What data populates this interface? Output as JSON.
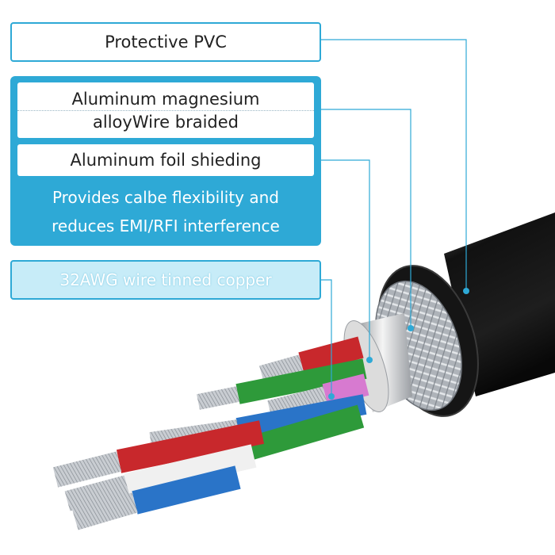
{
  "labels": {
    "pvc": "Protective PVC",
    "alloy_line1": "Aluminum magnesium",
    "alloy_line2": "alloyWire braided",
    "foil": "Aluminum foil shieding",
    "desc_line1": "Provides calbe flexibility and",
    "desc_line2": "reduces EMI/RFI interference",
    "copper": "32AWG wire tinned copper"
  },
  "colors": {
    "accent": "#2ea9d6",
    "panel_text": "#ffffff",
    "label_text": "#222222",
    "jacket": "#1a1a1a",
    "braid": "#b8bcc2",
    "wire_red": "#c8282c",
    "wire_white": "#f0f0f0",
    "wire_blue": "#2a74c8",
    "wire_green": "#2e9a3a",
    "wire_pink": "#d77ad0"
  },
  "icons": [
    "leader-line",
    "leader-dot"
  ]
}
